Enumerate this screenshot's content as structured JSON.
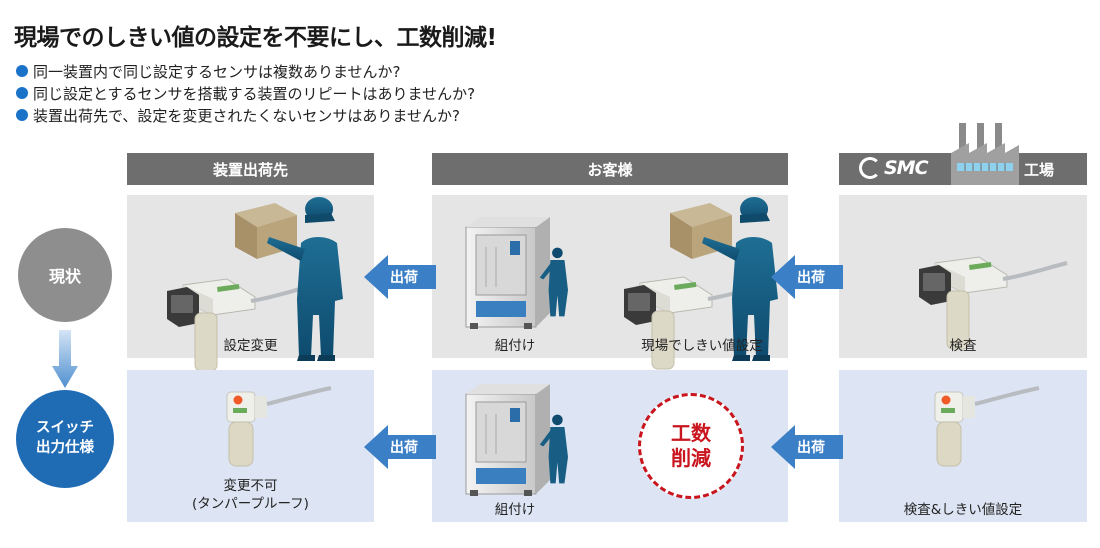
{
  "title": "現場でのしきい値の設定を不要にし、工数削減!",
  "bullets": [
    "同一装置内で同じ設定するセンサは複数ありませんか?",
    "同じ設定とするセンサを搭載する装置のリピートはありませんか?",
    "装置出荷先で、設定を変更されたくないセンサはありませんか?"
  ],
  "columns": {
    "destination": "装置出荷先",
    "customer": "お客様",
    "factory": "工場",
    "brand": "SMC"
  },
  "rows": {
    "current": "現状",
    "switch_line1": "スイッチ",
    "switch_line2": "出力仕様"
  },
  "arrow_label": "出荷",
  "captions": {
    "setting_change": "設定変更",
    "assembly_top": "組付け",
    "onsite_threshold": "現場でしきい値設定",
    "inspection": "検査",
    "no_change_line1": "変更不可",
    "no_change_line2": "(タンパープルーフ)",
    "assembly_bottom": "組付け",
    "inspection_threshold": "検査&しきい値設定"
  },
  "reduction": {
    "line1": "工数",
    "line2": "削減"
  },
  "colors": {
    "accent_blue": "#1f6cb5",
    "arrow_blue": "#3b7fc6",
    "header_gray": "#6e6e6e",
    "panel_gray": "#e5e5e5",
    "panel_blue": "#dde4f3",
    "reduce_red": "#c9151e"
  },
  "icons": [
    "factory-icon",
    "smc-logo-icon",
    "worker-icon",
    "sensor-icon",
    "machine-icon",
    "box-icon"
  ]
}
